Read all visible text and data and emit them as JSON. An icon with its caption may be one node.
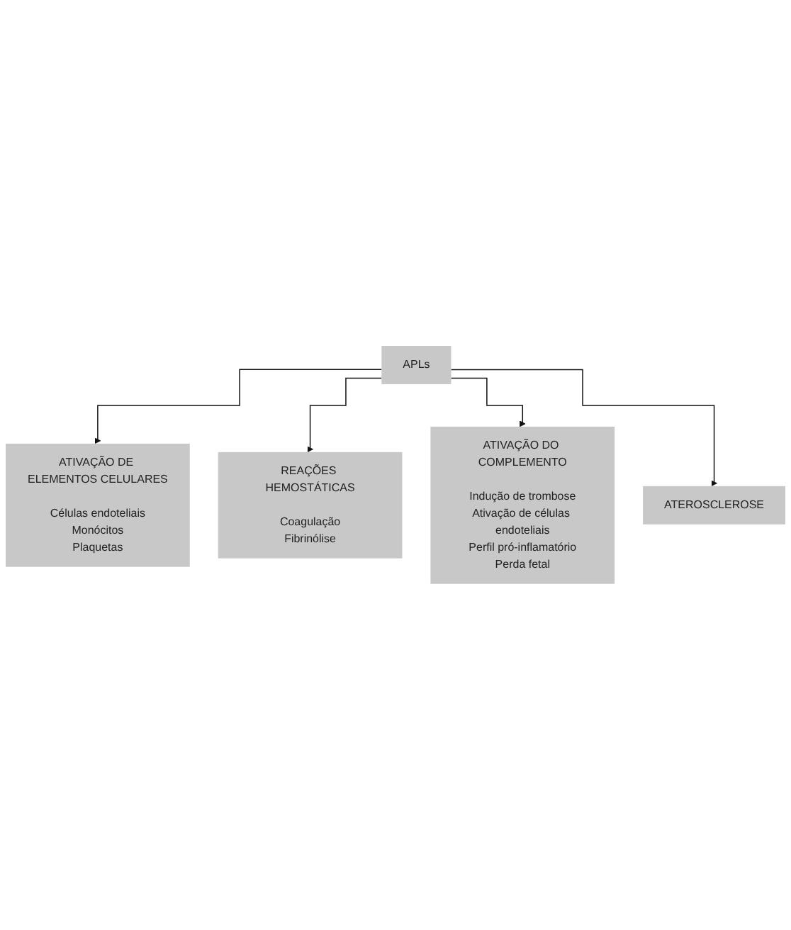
{
  "diagram": {
    "nodes": [
      {
        "text": [
          "ATIVAÇÃO DE ELEMENTOS CELULARES",
          "Células endoteliais",
          "Monócitos",
          "Plaquetas"
        ]
      },
      {
        "text": [
          "REAÇÕES HEMOSTÁTICAS",
          "Coagulação",
          "Fibrinólise"
        ]
      },
      {
        "text": [
          "APLs"
        ]
      },
      {
        "text": [
          "ATIVAÇÃO DO COMPLEMENTO",
          "Indução de trombose",
          "Ativação de células endoteliais",
          "Perfil pró-inflamatório",
          "Perda fetal"
        ]
      },
      {
        "text": [
          "ATEROSCLEROSE"
        ]
      }
    ],
    "edges": [
      {
        "from": 2,
        "to": 0,
        "arrow": "to"
      },
      {
        "from": 2,
        "to": 1,
        "arrow": "to"
      },
      {
        "from": 2,
        "to": 3,
        "arrow": "to"
      },
      {
        "from": 2,
        "to": 4,
        "arrow": "to"
      }
    ]
  }
}
